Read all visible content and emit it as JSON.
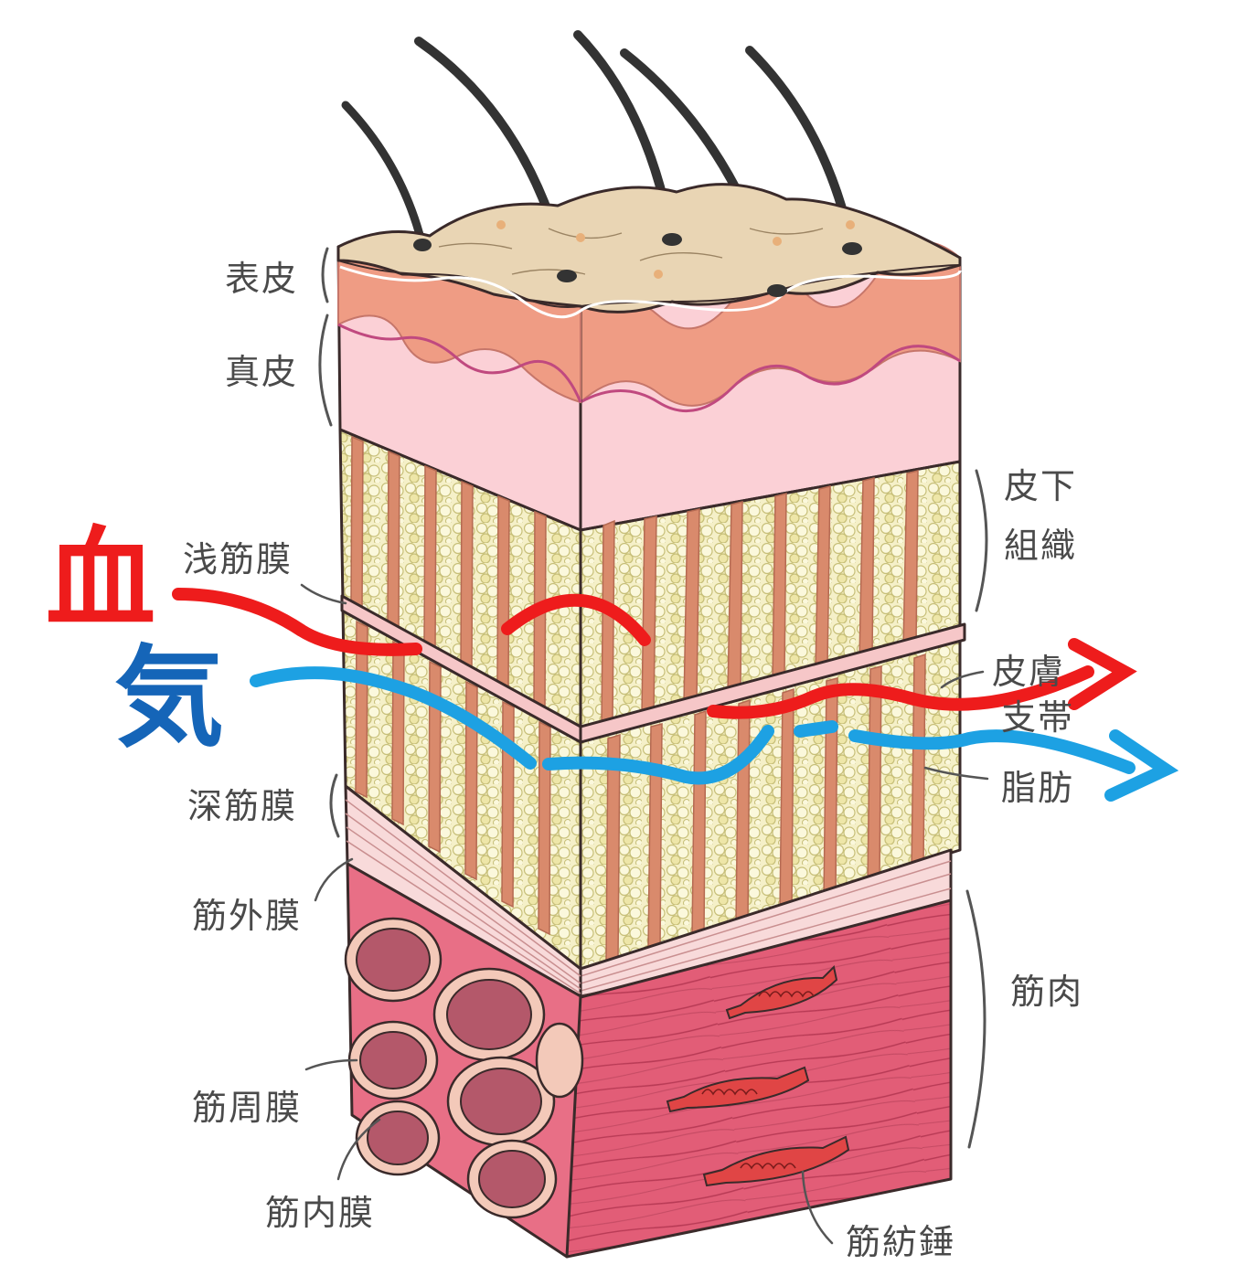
{
  "flow": {
    "blood_label": "血",
    "qi_label": "気",
    "blood_color": "#ee1c1c",
    "qi_color": "#1da1e3",
    "qi_text_color": "#1565b8"
  },
  "labels": {
    "epidermis": "表皮",
    "dermis": "真皮",
    "subcutaneous_1": "皮下",
    "subcutaneous_2": "組織",
    "superficial_fascia": "浅筋膜",
    "retinaculum_1": "皮膚",
    "retinaculum_2": "支帯",
    "fat": "脂肪",
    "deep_fascia": "深筋膜",
    "epimysium": "筋外膜",
    "muscle": "筋肉",
    "perimysium": "筋周膜",
    "endomysium": "筋内膜",
    "muscle_spindle": "筋紡錘"
  },
  "colors": {
    "epidermis_top": "#e9d5b4",
    "dermis_band": "#ef9c84",
    "dermis_lower": "#fbd0d6",
    "fat_fill": "#f4efc4",
    "septa": "#d98a6c",
    "fascia": "#f8cfcf",
    "muscle_face": "#e5607a",
    "muscle_side": "#e96f84",
    "fascicle": "#a8515f",
    "hair": "#333333"
  }
}
